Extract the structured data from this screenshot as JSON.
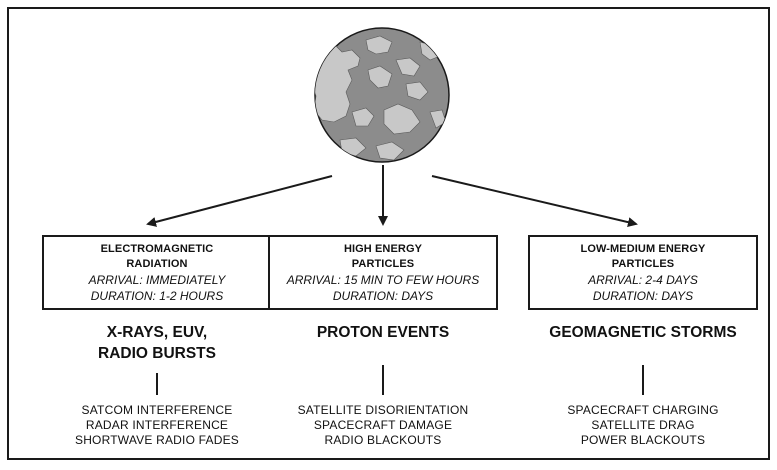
{
  "icons": {
    "sun": "sun-globe-icon",
    "arrow": "arrow-icon",
    "stem": "connector-line"
  },
  "colors": {
    "line": "#1a1a1a",
    "sun_fill": "#8c8c8c",
    "sun_patch": "#c8c8c8"
  },
  "columns": [
    {
      "box_title_1": "ELECTROMAGNETIC",
      "box_title_2": "RADIATION",
      "arrival": "ARRIVAL: IMMEDIATELY",
      "duration": "DURATION: 1-2 HOURS",
      "heading": [
        "X-RAYS, EUV,",
        "RADIO BURSTS"
      ],
      "effects": [
        "SATCOM INTERFERENCE",
        "RADAR INTERFERENCE",
        "SHORTWAVE RADIO FADES"
      ]
    },
    {
      "box_title_1": "HIGH ENERGY",
      "box_title_2": "PARTICLES",
      "arrival": "ARRIVAL: 15 MIN TO FEW HOURS",
      "duration": "DURATION: DAYS",
      "heading": [
        "PROTON EVENTS"
      ],
      "effects": [
        "SATELLITE DISORIENTATION",
        "SPACECRAFT DAMAGE",
        "RADIO BLACKOUTS"
      ]
    },
    {
      "box_title_1": "LOW-MEDIUM ENERGY",
      "box_title_2": "PARTICLES",
      "arrival": "ARRIVAL: 2-4 DAYS",
      "duration": "DURATION: DAYS",
      "heading": [
        "GEOMAGNETIC STORMS"
      ],
      "effects": [
        "SPACECRAFT CHARGING",
        "SATELLITE DRAG",
        "POWER BLACKOUTS"
      ]
    }
  ]
}
